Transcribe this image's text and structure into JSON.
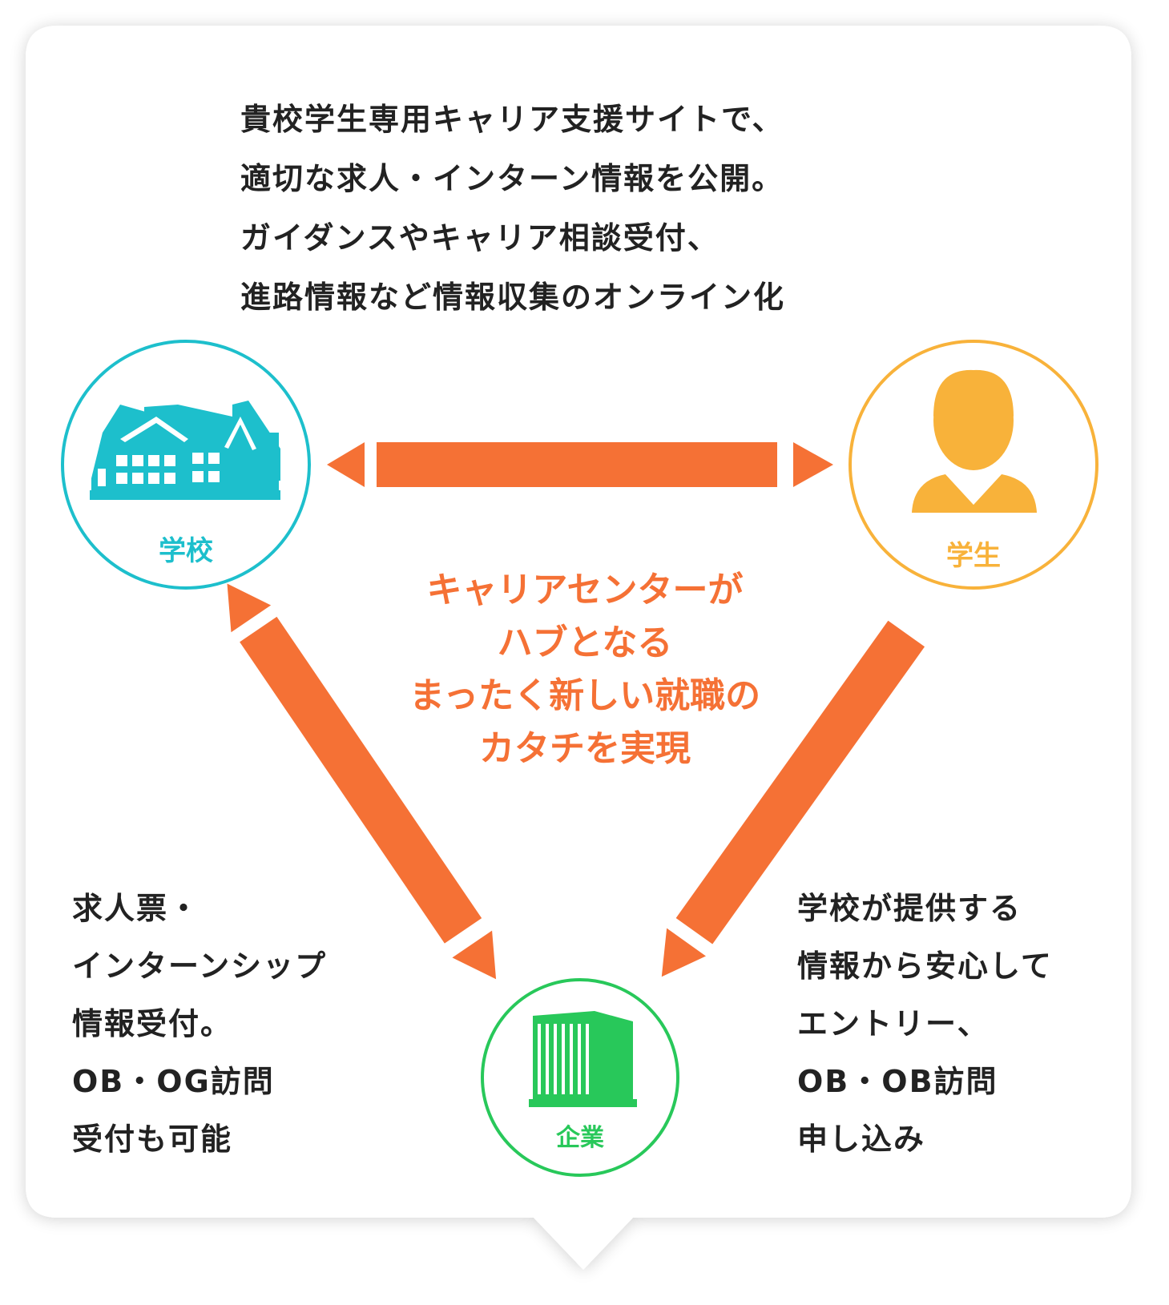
{
  "description_top": [
    "貴校学生専用キャリア支援サイトで、",
    "適切な求人・インターン情報を公開。",
    "ガイダンスやキャリア相談受付、",
    "進路情報など情報収集のオンライン化"
  ],
  "nodes": {
    "school": {
      "label": "学校",
      "color": "#1dbfcc",
      "icon": "school-building-icon"
    },
    "student": {
      "label": "学生",
      "color": "#f8b23a",
      "icon": "person-icon"
    },
    "company": {
      "label": "企業",
      "color": "#28c85a",
      "icon": "office-building-icon"
    }
  },
  "center_message": [
    "キャリアセンターが",
    "ハブとなる",
    "まったく新しい就職の",
    "カタチを実現"
  ],
  "description_left": [
    "求人票・",
    "インターンシップ",
    "情報受付。",
    "OB・OG訪問",
    "受付も可能"
  ],
  "description_right": [
    "学校が提供する",
    "情報から安心して",
    "エントリー、",
    "OB・OB訪問",
    "申し込み"
  ],
  "colors": {
    "arrow": "#f57135",
    "frame_shadow": "#e9e9e9"
  }
}
